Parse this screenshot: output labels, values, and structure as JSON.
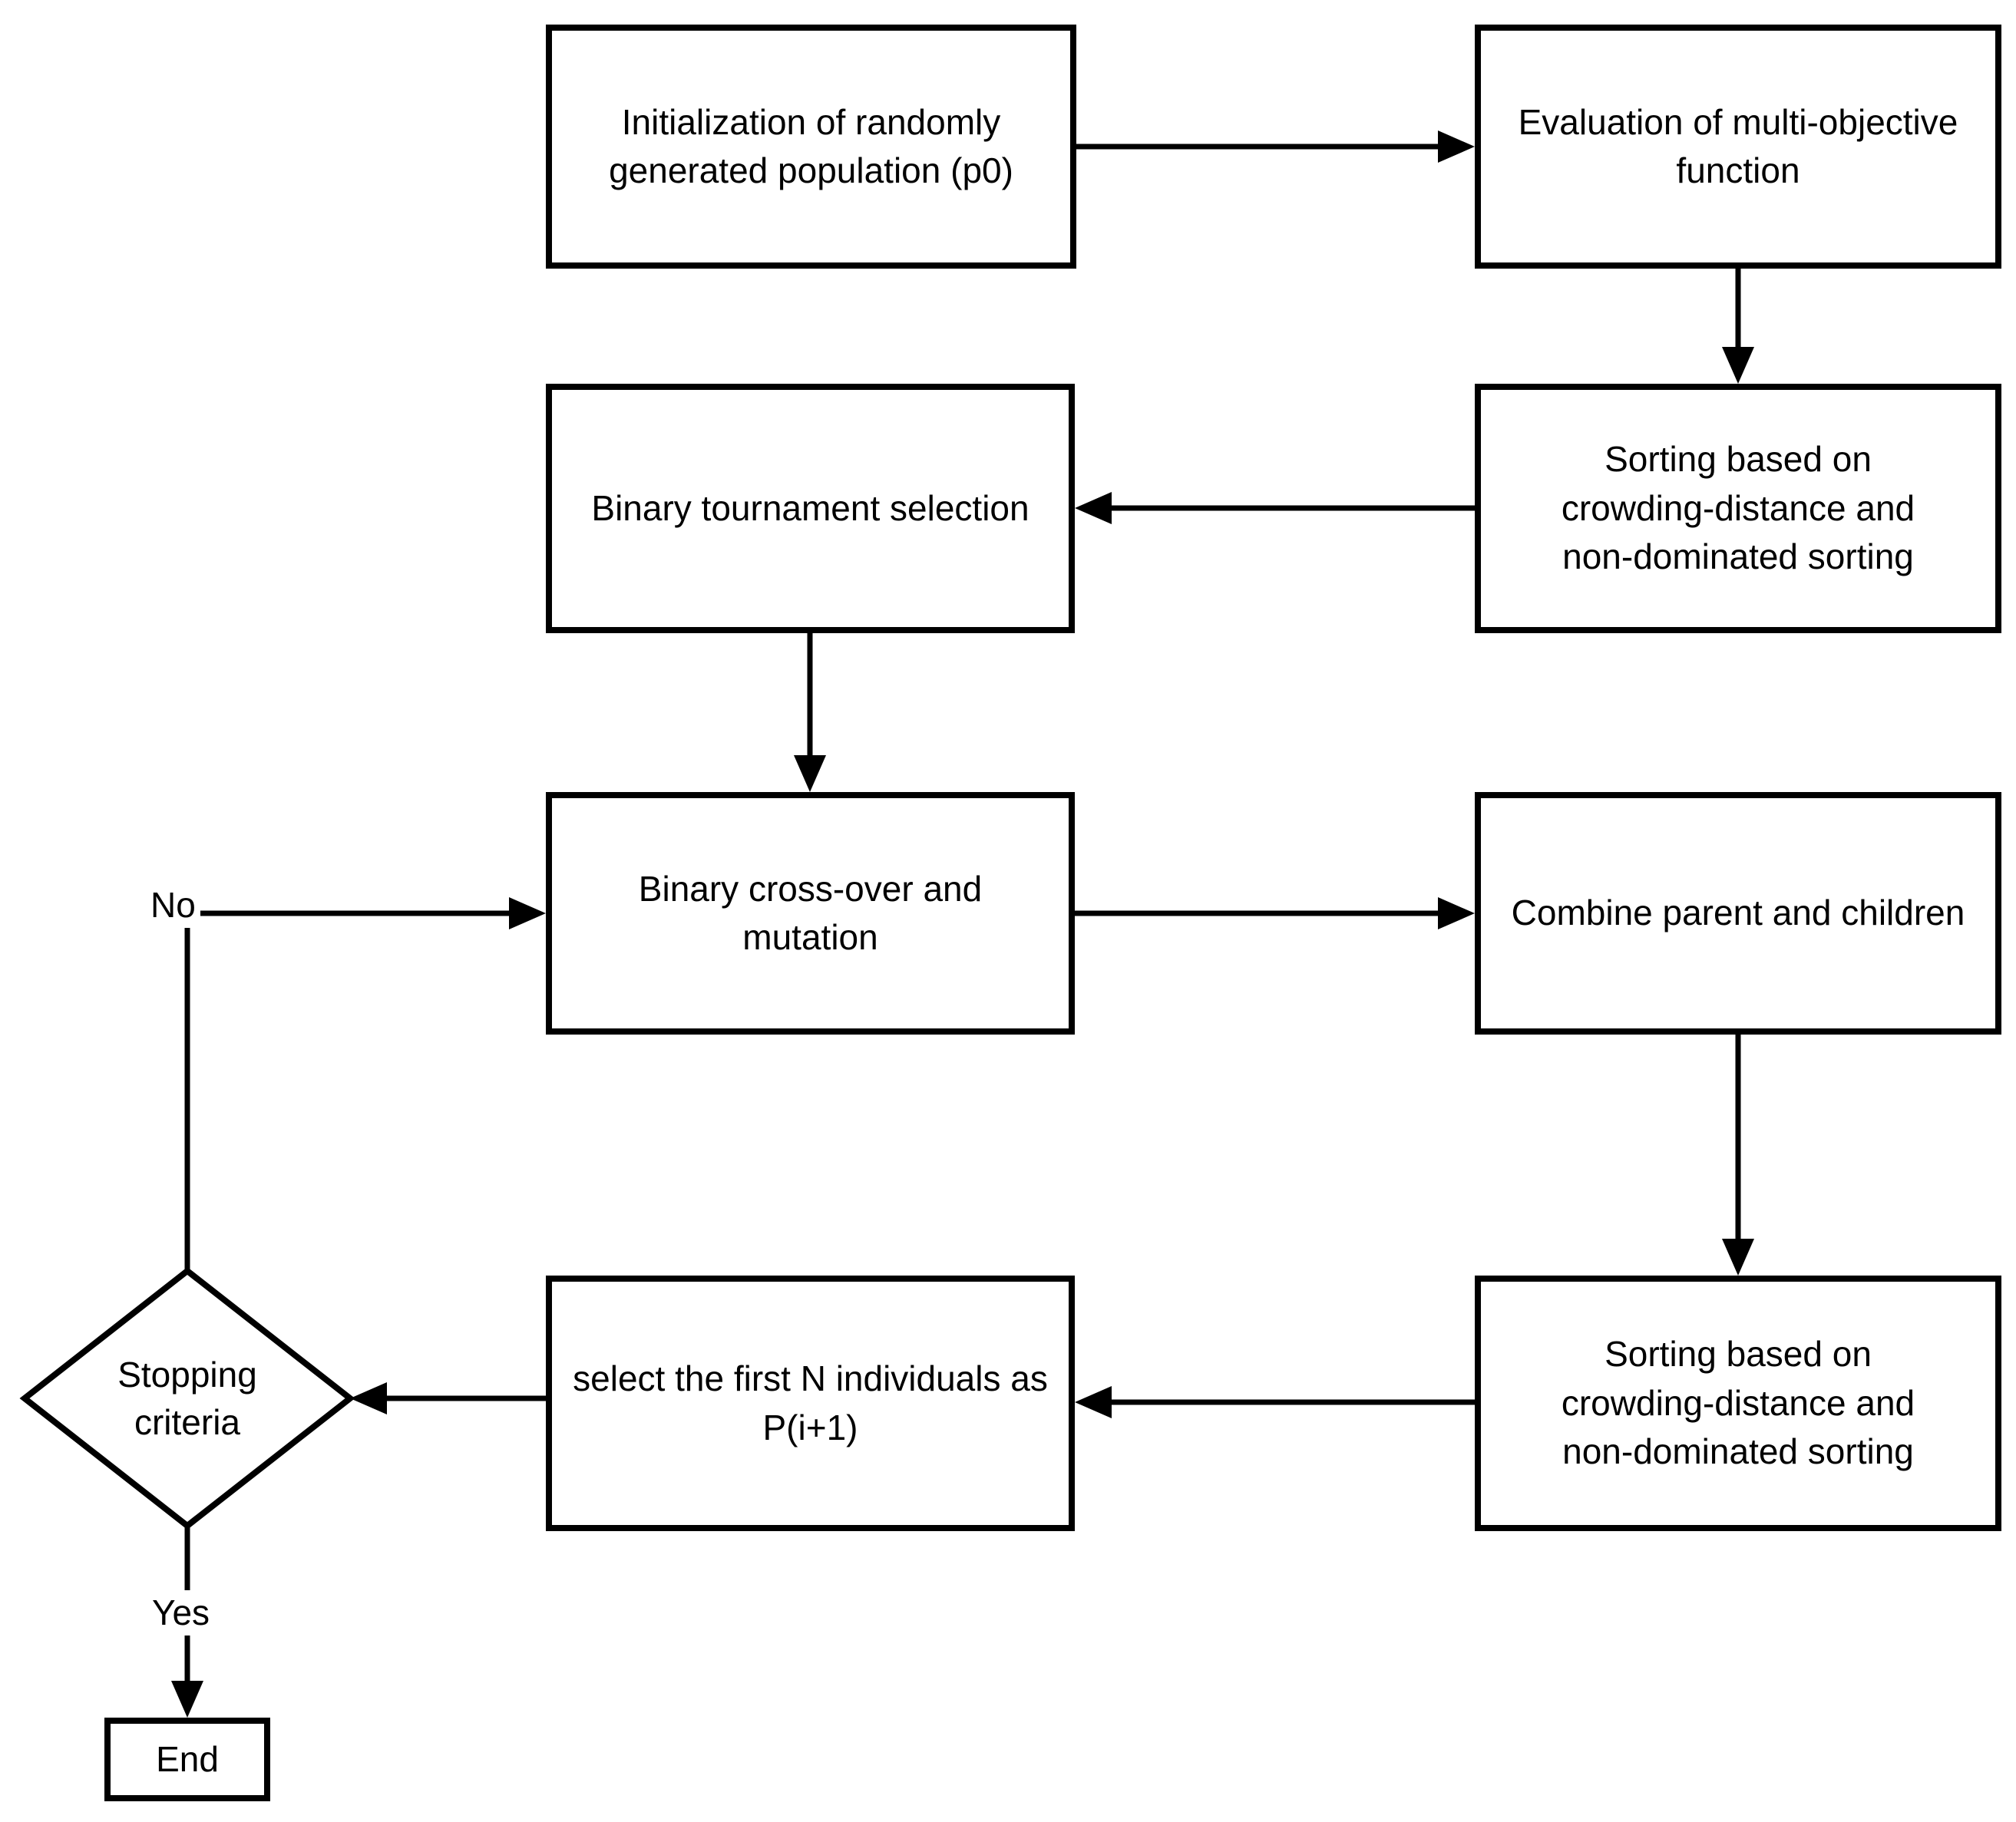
{
  "diagram": {
    "type": "flowchart",
    "colors": {
      "stroke": "#000000",
      "fill": "#ffffff",
      "text": "#000000"
    },
    "nodes": {
      "init": {
        "shape": "rect",
        "label": "Initialization of randomly\ngenerated population (p0)"
      },
      "eval": {
        "shape": "rect",
        "label": "Evaluation of multi-objective\nfunction"
      },
      "sort1": {
        "shape": "rect",
        "label": "Sorting based on\ncrowding-distance and\nnon-dominated sorting"
      },
      "tournament": {
        "shape": "rect",
        "label": "Binary tournament selection"
      },
      "crossover": {
        "shape": "rect",
        "label": "Binary cross-over and mutation"
      },
      "combine": {
        "shape": "rect",
        "label": "Combine parent and children"
      },
      "sort2": {
        "shape": "rect",
        "label": "Sorting based on\ncrowding-distance and\nnon-dominated sorting"
      },
      "select": {
        "shape": "rect",
        "label": "select the first N individuals as\nP(i+1)"
      },
      "stopping": {
        "shape": "diamond",
        "label": "Stopping\ncriteria"
      },
      "end": {
        "shape": "rect",
        "label": "End"
      }
    },
    "edge_labels": {
      "no": "No",
      "yes": "Yes"
    },
    "edges": [
      {
        "from": "init",
        "to": "eval",
        "label": ""
      },
      {
        "from": "eval",
        "to": "sort1",
        "label": ""
      },
      {
        "from": "sort1",
        "to": "tournament",
        "label": ""
      },
      {
        "from": "tournament",
        "to": "crossover",
        "label": ""
      },
      {
        "from": "crossover",
        "to": "combine",
        "label": ""
      },
      {
        "from": "combine",
        "to": "sort2",
        "label": ""
      },
      {
        "from": "sort2",
        "to": "select",
        "label": ""
      },
      {
        "from": "select",
        "to": "stopping",
        "label": ""
      },
      {
        "from": "stopping",
        "to": "crossover",
        "label": "No"
      },
      {
        "from": "stopping",
        "to": "end",
        "label": "Yes"
      }
    ]
  }
}
